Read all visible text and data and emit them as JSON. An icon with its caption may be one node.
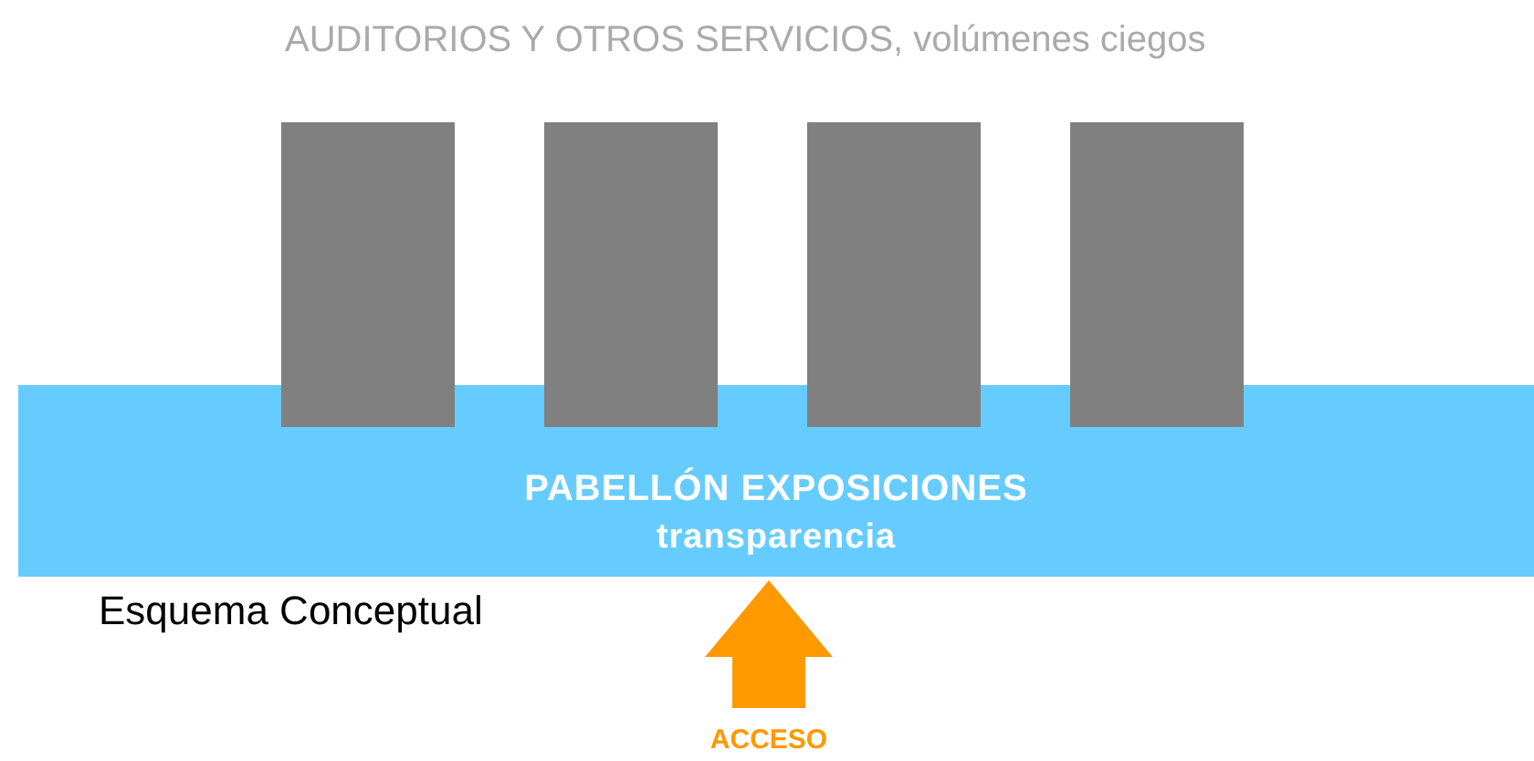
{
  "diagram": {
    "nodes": [
      {
        "text": [],
        "shape": "box"
      },
      {
        "text": [],
        "shape": "box"
      },
      {
        "text": [],
        "shape": "box"
      },
      {
        "text": [],
        "shape": "box"
      },
      {
        "text": [
          "PABELLÓN EXPOSICIONES",
          "transparencia"
        ]
      },
      {
        "text": [
          "ACCESO"
        ]
      }
    ],
    "edges": [
      {
        "from": 5,
        "to": 4,
        "arrow": "to"
      }
    ],
    "labels": [
      "AUDITORIOS Y OTROS SERVICIOS, volúmenes ciegos",
      "Esquema Conceptual"
    ]
  }
}
